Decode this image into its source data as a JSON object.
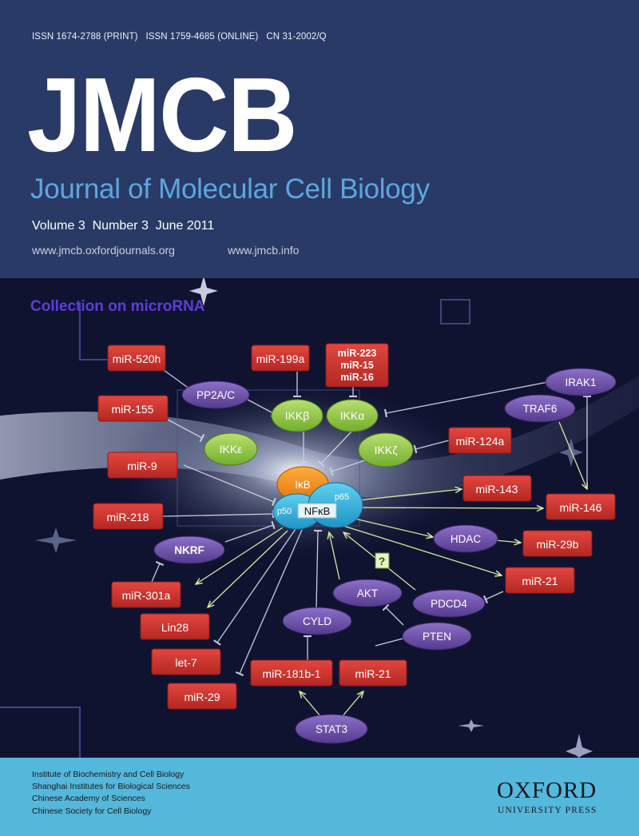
{
  "header": {
    "issn": "ISSN 1674-2788 (PRINT)   ISSN 1759-4685 (ONLINE)   CN 31-2002/Q",
    "logo": "JMCB",
    "journal_name": "Journal of Molecular Cell Biology",
    "issue": "Volume 3  Number 3  June 2011",
    "url1": "www.jmcb.oxfordjournals.org",
    "url2": "www.jmcb.info"
  },
  "cover_art": {
    "collection_title": "Collection on microRNA",
    "red_boxes": {
      "mir520h": "miR-520h",
      "mir199a": "miR-199a",
      "mir223": "miR-223",
      "mir15": "miR-15",
      "mir16": "miR-16",
      "mir155": "miR-155",
      "mir124a": "miR-124a",
      "mir9": "miR-9",
      "mir143": "miR-143",
      "mir146": "miR-146",
      "mir218": "miR-218",
      "mir29b": "miR-29b",
      "mir21_right": "miR-21",
      "mir301a": "miR-301a",
      "lin28": "Lin28",
      "let7": "let-7",
      "mir29": "miR-29",
      "mir181b1": "miR-181b-1",
      "mir21_bottom": "miR-21"
    },
    "green_ovals": {
      "ikkb": "IKKβ",
      "ikka": "IKKα",
      "ikke": "IKKε",
      "ikkz": "IKKζ"
    },
    "purple_ovals": {
      "pp2ac": "PP2A/C",
      "irak1": "IRAK1",
      "traf6": "TRAF6",
      "nkrf": "NKRF",
      "hdac": "HDAC",
      "akt": "AKT",
      "pdcd4": "PDCD4",
      "cyld": "CYLD",
      "pten": "PTEN",
      "stat3": "STAT3"
    },
    "nfkb_complex": {
      "ikb": "IκB",
      "p50": "p50",
      "p65": "p65",
      "nfkb": "NFκB"
    },
    "unknown_mark": "?"
  },
  "footer": {
    "institutions": [
      "Institute of Biochemistry and Cell Biology",
      "Shanghai Institutes for Biological Sciences",
      "Chinese Academy of Sciences",
      "Chinese Society for Cell Biology"
    ],
    "publisher_name": "OXFORD",
    "publisher_sub": "UNIVERSITY PRESS"
  },
  "colors": {
    "header_bg": "#2a3a66",
    "journal_name": "#5ba8df",
    "art_bg": "#0f1330",
    "mirna_box": "#c8302c",
    "ikk_oval": "#8cc63f",
    "protein_oval": "#6b4fa8",
    "nfkb": "#29a9d9",
    "ikb": "#f08a1a",
    "collection_title": "#5b3fd6",
    "footer_bg": "#54b7dc"
  }
}
